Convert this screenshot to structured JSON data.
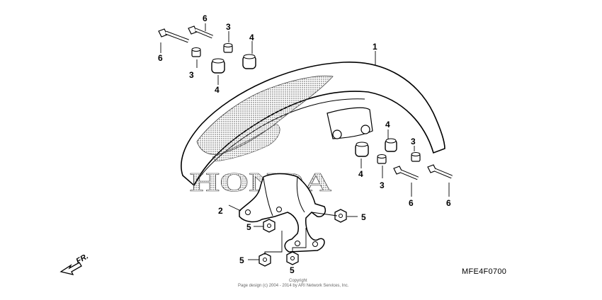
{
  "diagram": {
    "callouts": [
      "1",
      "2",
      "3",
      "4",
      "5",
      "6"
    ],
    "direction_marker": "FR.",
    "fender_logo_text": "HONDA",
    "diagram_code": "MFE4F0700",
    "copyright": {
      "line1": "Copyright",
      "line2": "Page design (c) 2004 - 2014 by ARI Network Services, Inc."
    }
  }
}
